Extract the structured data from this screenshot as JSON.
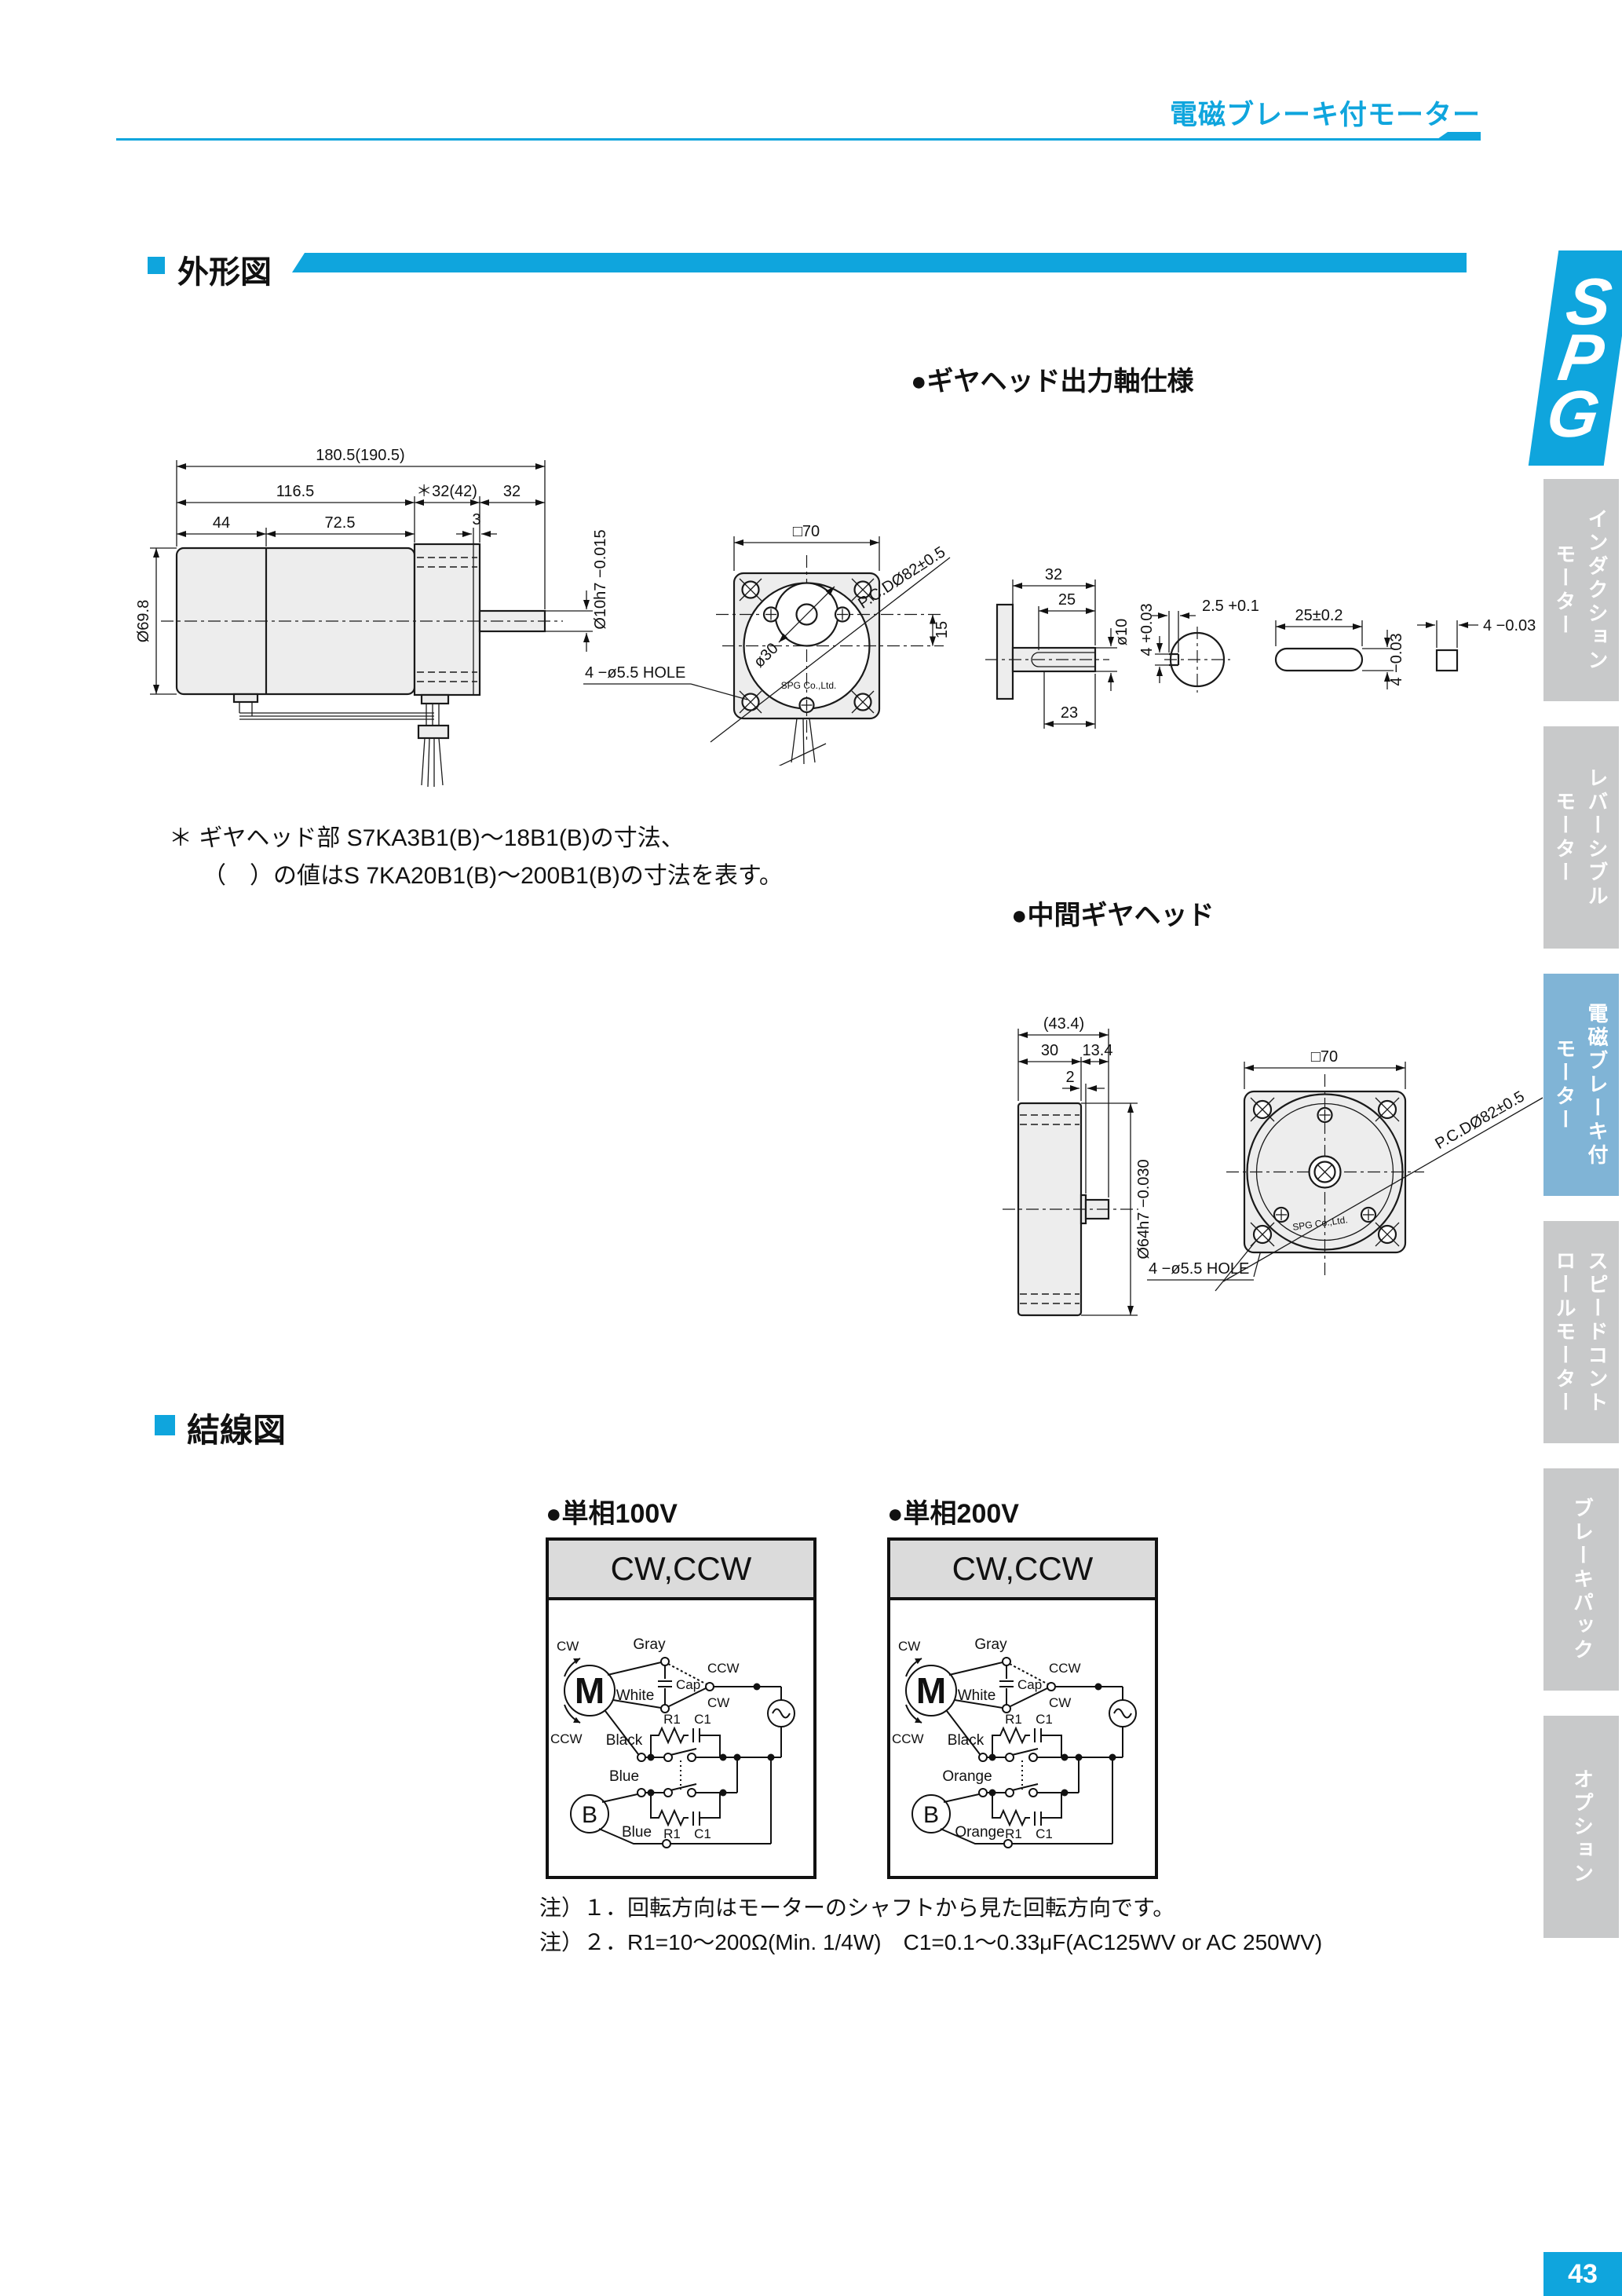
{
  "header": {
    "title": "電磁ブレーキ付モーター"
  },
  "outline": {
    "section_title": "外形図",
    "subtitle_output_shaft": "●ギヤヘッド出力軸仕様",
    "subtitle_mid_gearhead": "●中間ギヤヘッド",
    "note_line1": "＊ ギヤヘッド部 S7KA3B1(B)〜18B1(B)の寸法、",
    "note_line2": "（　）の値はS 7KA20B1(B)〜200B1(B)の寸法を表す。",
    "side_view": {
      "dim_total": "180.5(190.5)",
      "dim_motor": "116.5",
      "dim_gearhead": "＊32(42)",
      "dim_shaft": "32",
      "dim_rear": "44",
      "dim_mid": "72.5",
      "dim_shoulder": "3",
      "dim_shaft_dia": "Ø10h7 −0.015",
      "dim_body_dia": "Ø69.8"
    },
    "front_view": {
      "dim_square": "□70",
      "dim_pcd": "P.C.DØ82±0.5",
      "dim_boss": "ø30",
      "dim_offset": "15",
      "maker": "SPG Co.,Ltd.",
      "holes": "4 −ø5.5 HOLE"
    },
    "shaft_detail": {
      "dim_len": "32",
      "dim_key_len_top": "25",
      "dim_key_pos": "23",
      "dim_dia": "ø10",
      "dim_key_w": "4 +0.03",
      "dim_key_depth": "2.5 +0.1",
      "dim_key_len": "25±0.2",
      "dim_key_h": "4 −0.03",
      "dim_key_sq": "4 −0.03"
    },
    "mid_gearhead": {
      "dim_total": "(43.4)",
      "dim_body": "30",
      "dim_front": "13.4",
      "dim_step": "2",
      "dim_dia": "Ø64h7 −0.030",
      "holes": "4 −ø5.5 HOLE",
      "dim_square": "□70",
      "dim_pcd": "P.C.DØ82±0.5",
      "maker": "SPG Co.,Ltd."
    }
  },
  "wiring": {
    "section_title": "結線図",
    "note1": "注）１．回転方向はモーターのシャフトから見た回転方向です。",
    "note2": "注）２．R1=10〜200Ω(Min. 1/4W)　C1=0.1〜0.33μF(AC125WV or AC 250WV)",
    "diagrams": [
      {
        "title": "●単相100V",
        "mode": "CW,CCW",
        "motor": "M",
        "brake": "B",
        "cw": "CW",
        "ccw": "CCW",
        "cap": "Cap",
        "sel_ccw": "CCW",
        "sel_cw": "CW",
        "r1": "R1",
        "c1": "C1",
        "wire_gray": "Gray",
        "wire_white": "White",
        "wire_black": "Black",
        "wire_brake1": "Blue",
        "wire_brake2": "Blue"
      },
      {
        "title": "●単相200V",
        "mode": "CW,CCW",
        "motor": "M",
        "brake": "B",
        "cw": "CW",
        "ccw": "CCW",
        "cap": "Cap",
        "sel_ccw": "CCW",
        "sel_cw": "CW",
        "r1": "R1",
        "c1": "C1",
        "wire_gray": "Gray",
        "wire_white": "White",
        "wire_black": "Black",
        "wire_brake1": "Orange",
        "wire_brake2": "Orange"
      }
    ]
  },
  "sidebar": {
    "logo_letters": [
      "S",
      "P",
      "G"
    ],
    "tabs": [
      {
        "line1": "インダクション",
        "line2": "モーター",
        "active": false
      },
      {
        "line1": "レバーシブル",
        "line2": "モーター",
        "active": false
      },
      {
        "line1": "電磁ブレーキ付",
        "line2": "モーター",
        "active": true
      },
      {
        "line1": "スピードコント",
        "line2": "ロールモーター",
        "active": false
      },
      {
        "line1": "ブレーキパック",
        "line2": "",
        "active": false
      },
      {
        "line1": "オプション",
        "line2": "",
        "active": false
      }
    ],
    "page_number": "43"
  }
}
